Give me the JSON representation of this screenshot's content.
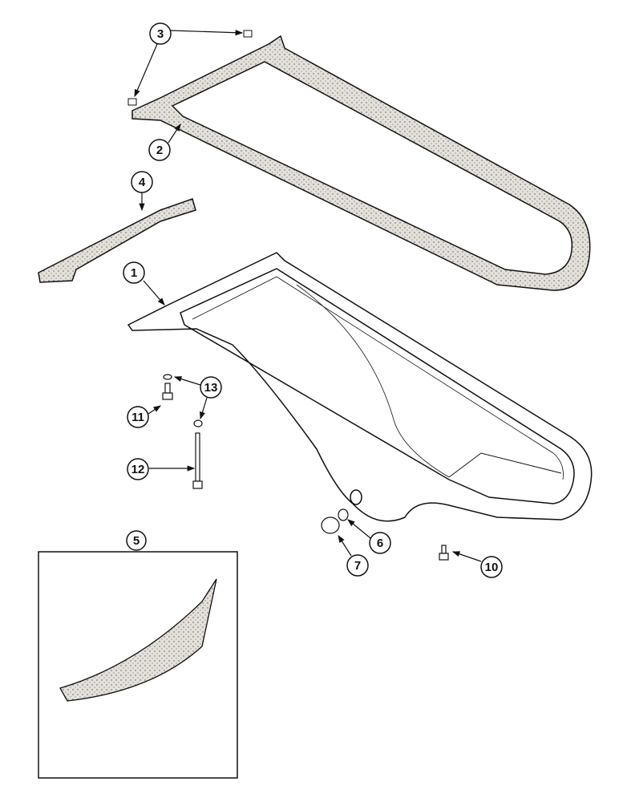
{
  "diagram": {
    "callouts": [
      {
        "id": "1",
        "label": "1"
      },
      {
        "id": "2",
        "label": "2"
      },
      {
        "id": "3",
        "label": "3"
      },
      {
        "id": "4",
        "label": "4"
      },
      {
        "id": "5",
        "label": "5"
      },
      {
        "id": "6",
        "label": "6"
      },
      {
        "id": "7",
        "label": "7"
      },
      {
        "id": "10",
        "label": "10"
      },
      {
        "id": "11",
        "label": "11"
      },
      {
        "id": "12",
        "label": "12"
      },
      {
        "id": "13",
        "label": "13"
      }
    ],
    "colors": {
      "line": "#111111",
      "gasket_fill": "#d8d3cc",
      "background": "#ffffff"
    }
  }
}
